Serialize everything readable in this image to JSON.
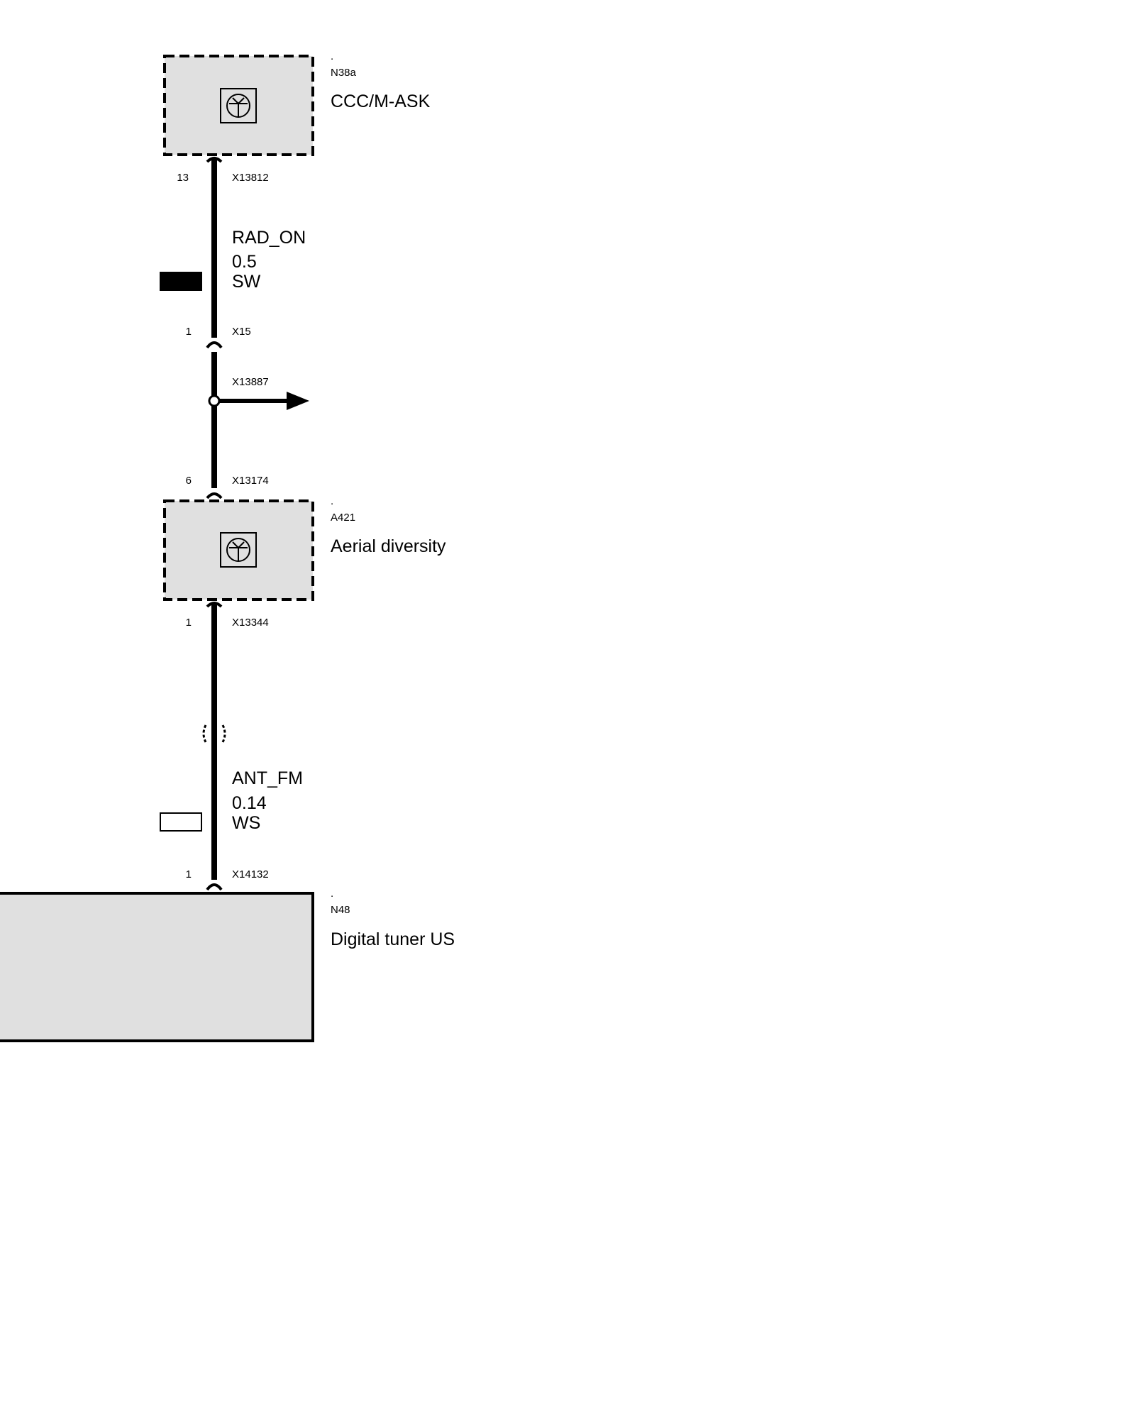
{
  "components": [
    {
      "dot": ".",
      "code": "N38a",
      "name": "CCC/M-ASK"
    },
    {
      "dot": ".",
      "code": "A421",
      "name": "Aerial diversity"
    },
    {
      "dot": ".",
      "code": "N48",
      "name": "Digital tuner US"
    }
  ],
  "connectors": [
    {
      "pin": "13",
      "id": "X13812"
    },
    {
      "pin": "1",
      "id": "X15"
    },
    {
      "id": "X13887"
    },
    {
      "pin": "6",
      "id": "X13174"
    },
    {
      "pin": "1",
      "id": "X13344"
    },
    {
      "pin": "1",
      "id": "X14132"
    }
  ],
  "wires": [
    {
      "signal": "RAD_ON",
      "gauge": "0.5",
      "color_code": "SW",
      "swatch_color": "#000000"
    },
    {
      "signal": "ANT_FM",
      "gauge": "0.14",
      "color_code": "WS",
      "swatch_color": "#ffffff"
    }
  ],
  "colors": {
    "module_fill": "#e0e0e0",
    "line": "#000000"
  }
}
